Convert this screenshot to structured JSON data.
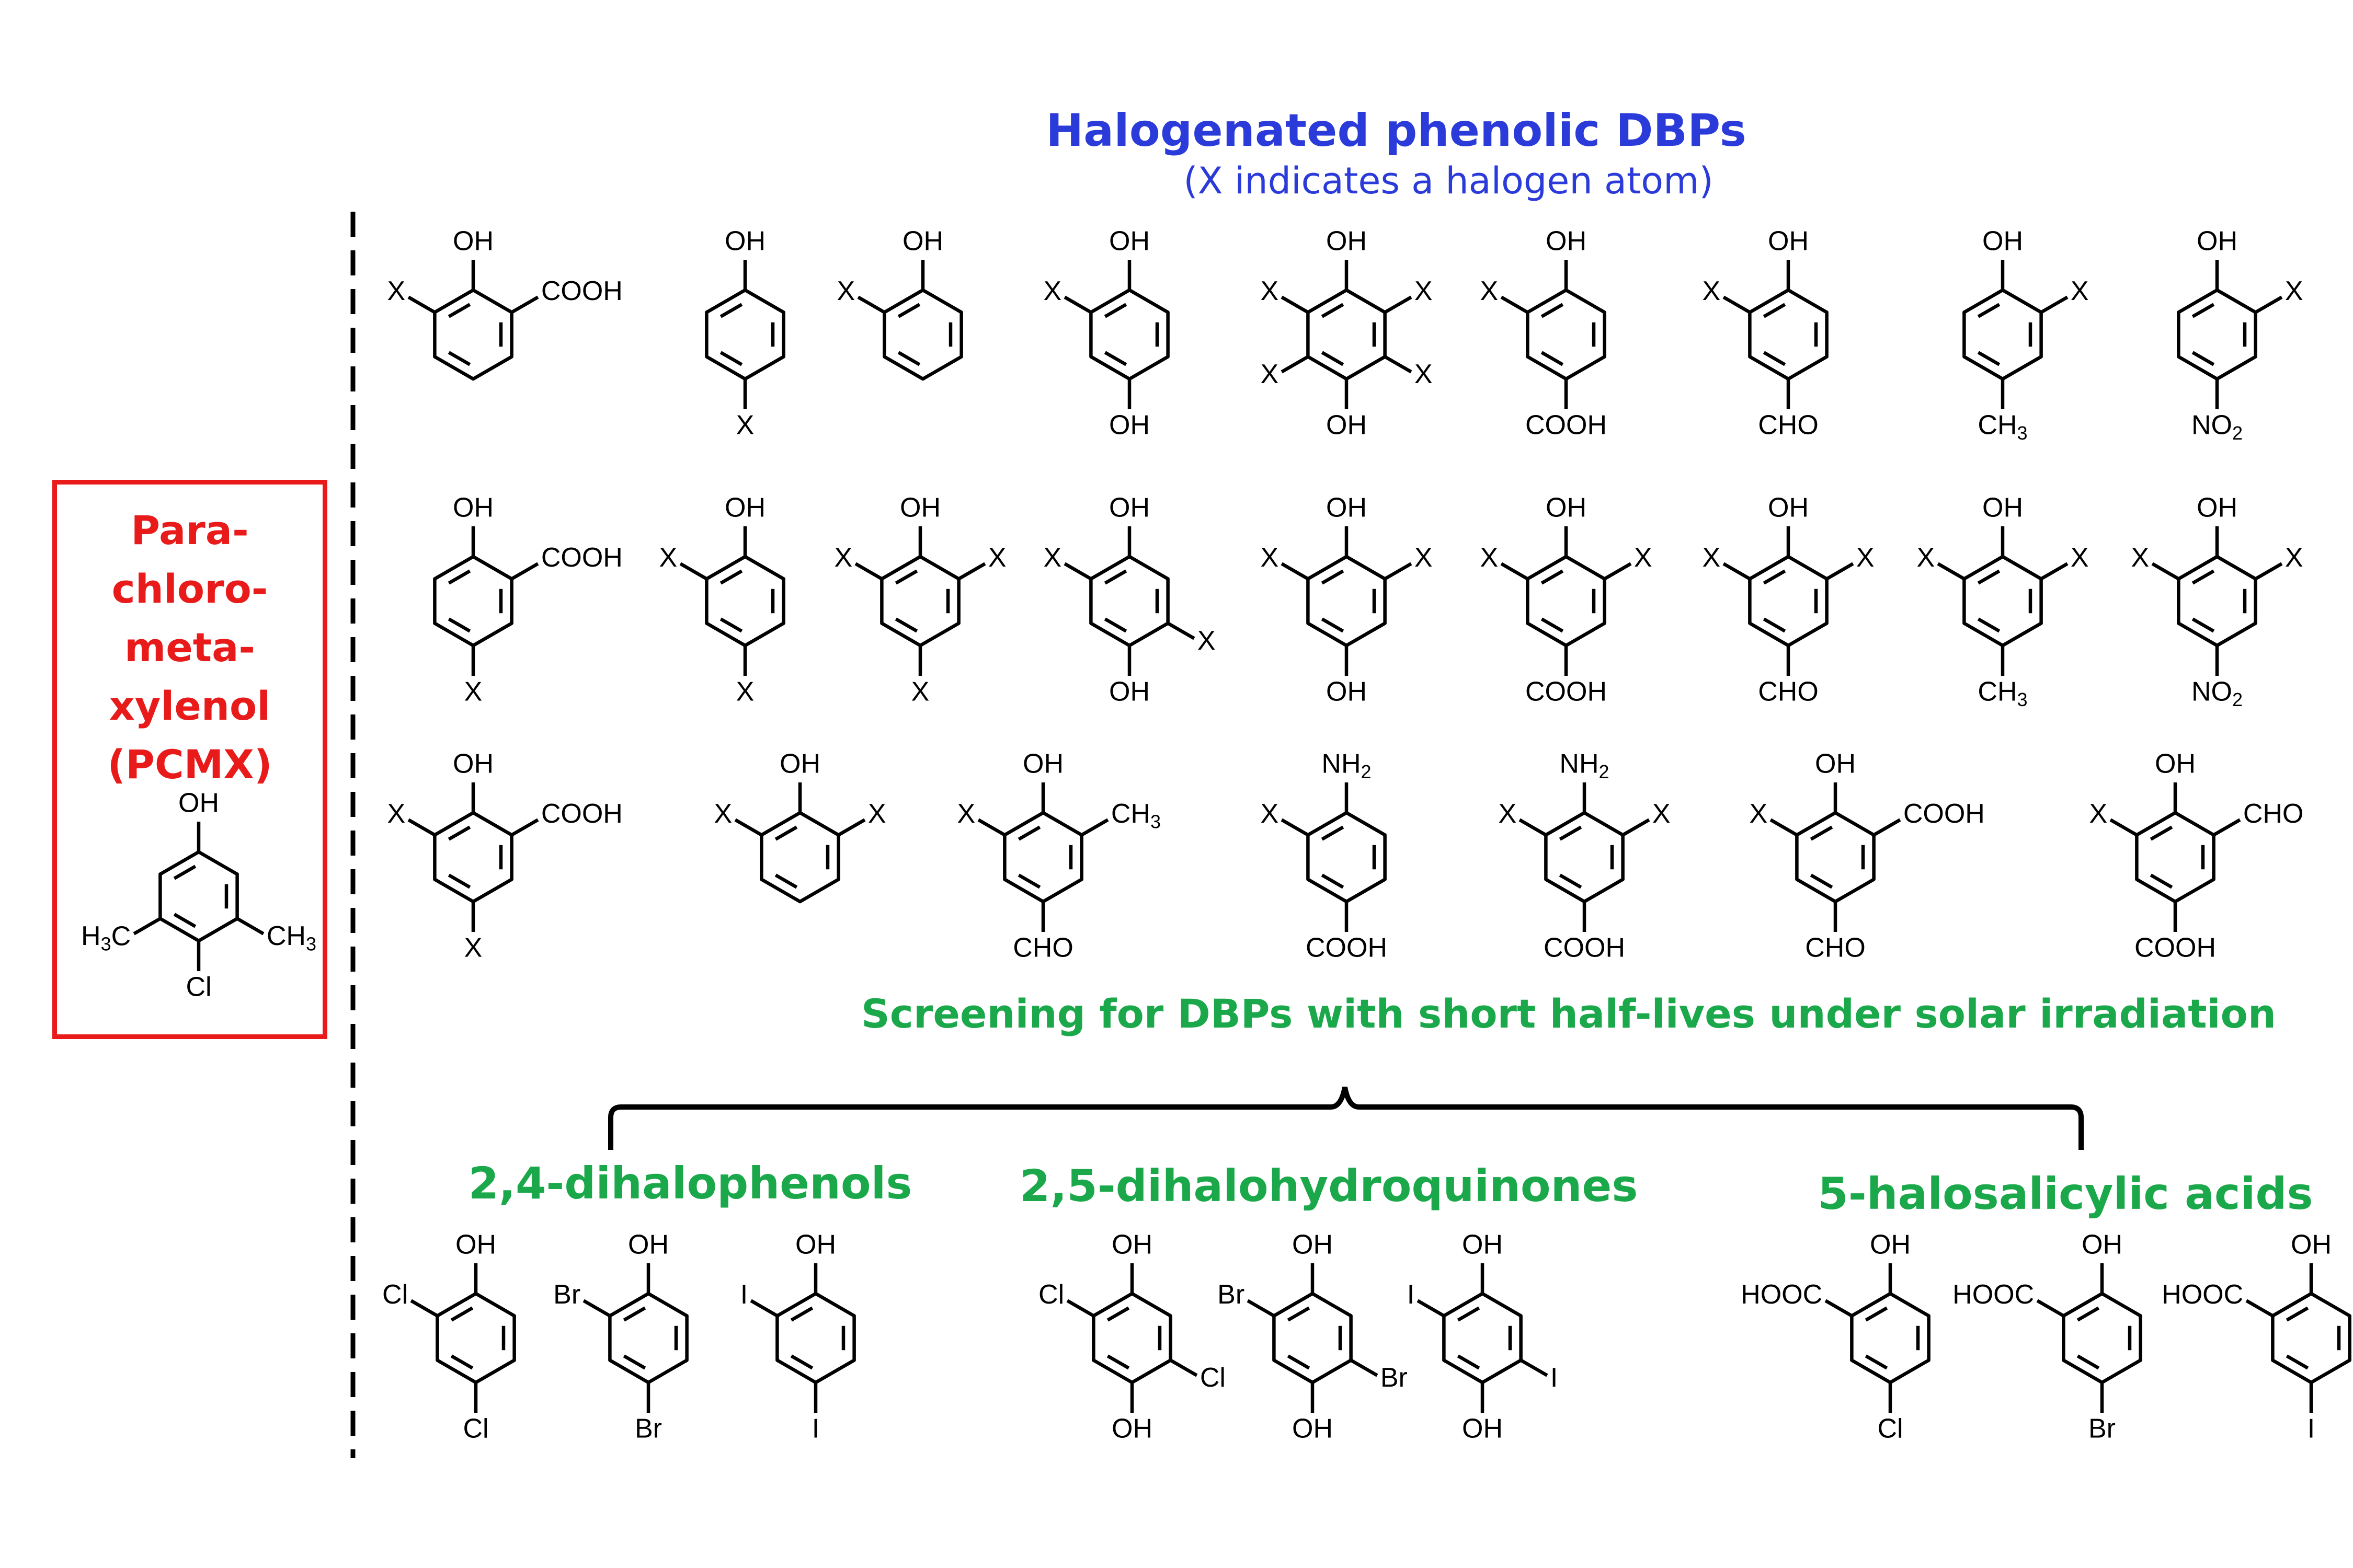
{
  "title": "Halogenated phenolic DBPs",
  "subtitle": "(X indicates a halogen atom)",
  "pcmx": {
    "name_lines": [
      "Para-",
      "chloro-",
      "meta-",
      "xylenol",
      "(PCMX)"
    ],
    "structure": {
      "top": "OH",
      "left": "H3C",
      "right": "CH3",
      "bottom": "Cl"
    }
  },
  "screening_text": "Screening for DBPs with short half-lives under solar irradiation",
  "groups": [
    {
      "title": "2,4-dihalophenols"
    },
    {
      "title": "2,5-dihalohydroquinones"
    },
    {
      "title": "5-halosalicylic acids"
    }
  ],
  "colors": {
    "title": "#2b3bd9",
    "pcmx": "#e81a1a",
    "groups": "#1aa84a",
    "structure": "#000000"
  },
  "molecules": [
    {
      "name": "halo-salicylic-acid-3",
      "row": 1,
      "t": "OH",
      "tr": "COOH",
      "tl": "X"
    },
    {
      "name": "4-halophenol",
      "row": 1,
      "t": "OH",
      "b": "X"
    },
    {
      "name": "2-halophenol",
      "row": 1,
      "t": "OH",
      "tl": "X"
    },
    {
      "name": "2-halo-hydroquinone",
      "row": 1,
      "t": "OH",
      "tl": "X",
      "b": "OH"
    },
    {
      "name": "tetrahalo-hydroquinone",
      "row": 1,
      "t": "OH",
      "tl": "X",
      "tr": "X",
      "bl": "X",
      "br": "X",
      "b": "OH"
    },
    {
      "name": "3-halo-4-hydroxybenzoic-acid",
      "row": 1,
      "t": "OH",
      "tl": "X",
      "b": "COOH"
    },
    {
      "name": "3-halo-4-hydroxybenzaldehyde",
      "row": 1,
      "t": "OH",
      "tl": "X",
      "b": "CHO"
    },
    {
      "name": "2-halo-4-methylphenol",
      "row": 1,
      "t": "OH",
      "tr": "X",
      "b": "CH3"
    },
    {
      "name": "2-halo-4-nitrophenol",
      "row": 1,
      "t": "OH",
      "tr": "X",
      "b": "NO2"
    },
    {
      "name": "5-halo-salicylic-acid",
      "row": 2,
      "t": "OH",
      "tr": "COOH",
      "b": "X"
    },
    {
      "name": "2,4-dihalophenol",
      "row": 2,
      "t": "OH",
      "tl": "X",
      "b": "X"
    },
    {
      "name": "2,4,6-trihalophenol",
      "row": 2,
      "t": "OH",
      "tl": "X",
      "tr": "X",
      "b": "X"
    },
    {
      "name": "2,5-dihalo-hydroquinone",
      "row": 2,
      "t": "OH",
      "tl": "X",
      "br": "X",
      "b": "OH"
    },
    {
      "name": "2,6-dihalo-hydroquinone",
      "row": 2,
      "t": "OH",
      "tl": "X",
      "tr": "X",
      "b": "OH"
    },
    {
      "name": "3,5-dihalo-4-hydroxybenzoic-acid",
      "row": 2,
      "t": "OH",
      "tl": "X",
      "tr": "X",
      "b": "COOH"
    },
    {
      "name": "3,5-dihalo-4-hydroxybenzaldehyde",
      "row": 2,
      "t": "OH",
      "tl": "X",
      "tr": "X",
      "b": "CHO"
    },
    {
      "name": "2,6-dihalo-4-methylphenol",
      "row": 2,
      "t": "OH",
      "tl": "X",
      "tr": "X",
      "b": "CH3"
    },
    {
      "name": "2,6-dihalo-4-nitrophenol",
      "row": 2,
      "t": "OH",
      "tl": "X",
      "tr": "X",
      "b": "NO2"
    },
    {
      "name": "3,5-dihalo-salicylic-acid",
      "row": 3,
      "t": "OH",
      "tl": "X",
      "tr": "COOH",
      "b": "X"
    },
    {
      "name": "2,6-dihalophenol",
      "row": 3,
      "t": "OH",
      "tl": "X",
      "tr": "X"
    },
    {
      "name": "halo-methyl-hydroxybenzaldehyde",
      "row": 3,
      "t": "OH",
      "tl": "X",
      "tr": "CH3",
      "b": "CHO"
    },
    {
      "name": "3-halo-4-aminobenzoic-acid",
      "row": 3,
      "t": "NH2",
      "tl": "X",
      "b": "COOH"
    },
    {
      "name": "3,5-dihalo-4-aminobenzoic-acid",
      "row": 3,
      "t": "NH2",
      "tl": "X",
      "tr": "X",
      "b": "COOH"
    },
    {
      "name": "halo-formyl-salicylic-acid",
      "row": 3,
      "t": "OH",
      "tl": "X",
      "tr": "COOH",
      "b": "CHO"
    },
    {
      "name": "halo-carboxy-salicylaldehyde",
      "row": 3,
      "t": "OH",
      "tl": "X",
      "tr": "CHO",
      "b": "COOH"
    },
    {
      "name": "2,4-dichlorophenol",
      "row": 4,
      "t": "OH",
      "tl": "Cl",
      "b": "Cl"
    },
    {
      "name": "2,4-dibromophenol",
      "row": 4,
      "t": "OH",
      "tl": "Br",
      "b": "Br"
    },
    {
      "name": "2,4-diiodophenol",
      "row": 4,
      "t": "OH",
      "tl": "I",
      "b": "I"
    },
    {
      "name": "2,5-dichlorohydroquinone",
      "row": 4,
      "t": "OH",
      "tl": "Cl",
      "br": "Cl",
      "b": "OH"
    },
    {
      "name": "2,5-dibromohydroquinone",
      "row": 4,
      "t": "OH",
      "tl": "Br",
      "br": "Br",
      "b": "OH"
    },
    {
      "name": "2,5-diiodohydroquinone",
      "row": 4,
      "t": "OH",
      "tl": "I",
      "br": "I",
      "b": "OH"
    },
    {
      "name": "5-chlorosalicylic-acid",
      "row": 4,
      "t": "OH",
      "tl": "HOOC",
      "b": "Cl"
    },
    {
      "name": "5-bromosalicylic-acid",
      "row": 4,
      "t": "OH",
      "tl": "HOOC",
      "b": "Br"
    },
    {
      "name": "5-iodosalicylic-acid",
      "row": 4,
      "t": "OH",
      "tl": "HOOC",
      "b": "I"
    }
  ]
}
